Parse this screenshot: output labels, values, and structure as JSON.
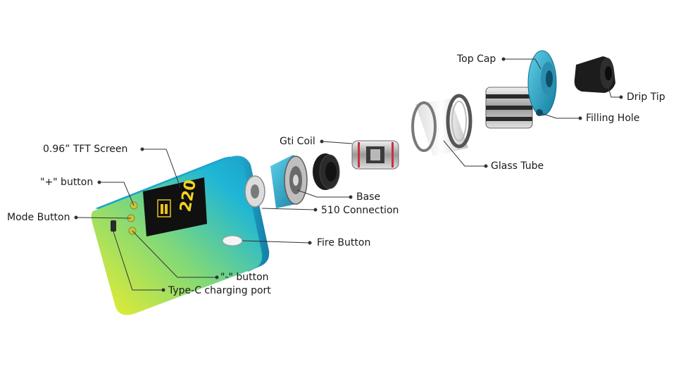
{
  "labels": {
    "screen": "0.96” TFT Screen",
    "plus": "\"+\" button",
    "mode": "Mode Button",
    "minus": "\"-\" button",
    "typec": "Type-C charging port",
    "coil": "Gti Coil",
    "base": "Base",
    "connection": "510 Connection",
    "fire": "Fire Button",
    "glass": "Glass Tube",
    "topcap": "Top Cap",
    "fill": "Filling Hole",
    "drip": "Drip Tip"
  },
  "screen_display": "220",
  "colors": {
    "mod_cyan": "#18b4d8",
    "mod_yellow": "#e6ee2a",
    "teal_parts": "#21a9c9",
    "leader": "#333333"
  }
}
